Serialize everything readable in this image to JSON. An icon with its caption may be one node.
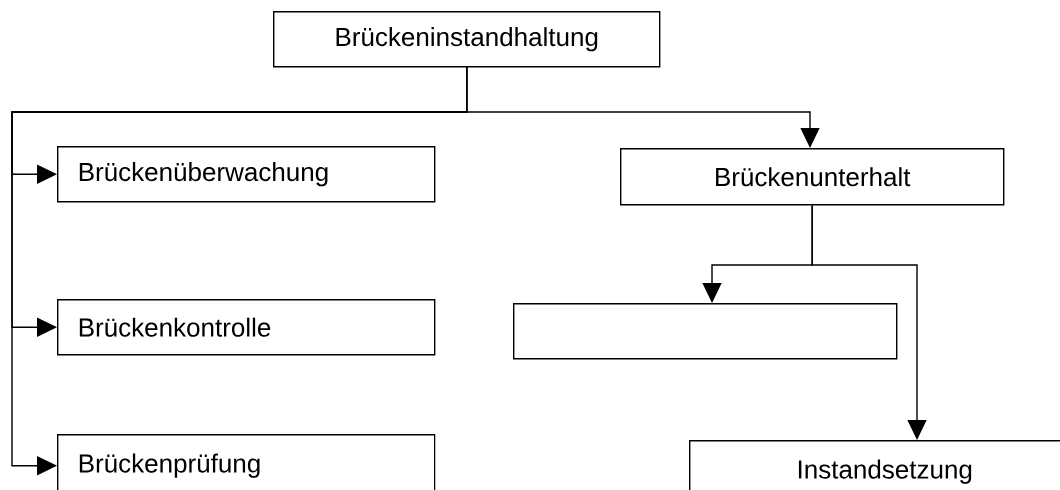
{
  "diagram": {
    "nodes": [
      {
        "text": [
          "Brückeninstandhaltung"
        ]
      },
      {
        "text": [
          "Brückenüberwachung"
        ]
      },
      {
        "text": [
          "Brückenkontrolle"
        ]
      },
      {
        "text": [
          "Brückenprüfung"
        ]
      },
      {
        "text": [
          "Brückenunterhalt"
        ]
      },
      {
        "text": [],
        "shape": "box"
      },
      {
        "text": [
          "Instandsetzung"
        ]
      }
    ],
    "edges": [
      {
        "from": 0,
        "to": 1,
        "arrow": "to"
      },
      {
        "from": 0,
        "to": 2,
        "arrow": "to"
      },
      {
        "from": 0,
        "to": 3,
        "arrow": "to"
      },
      {
        "from": 0,
        "to": 4,
        "arrow": "to"
      },
      {
        "from": 4,
        "to": 5,
        "arrow": "to"
      },
      {
        "from": 4,
        "to": 6,
        "arrow": "to"
      }
    ]
  }
}
